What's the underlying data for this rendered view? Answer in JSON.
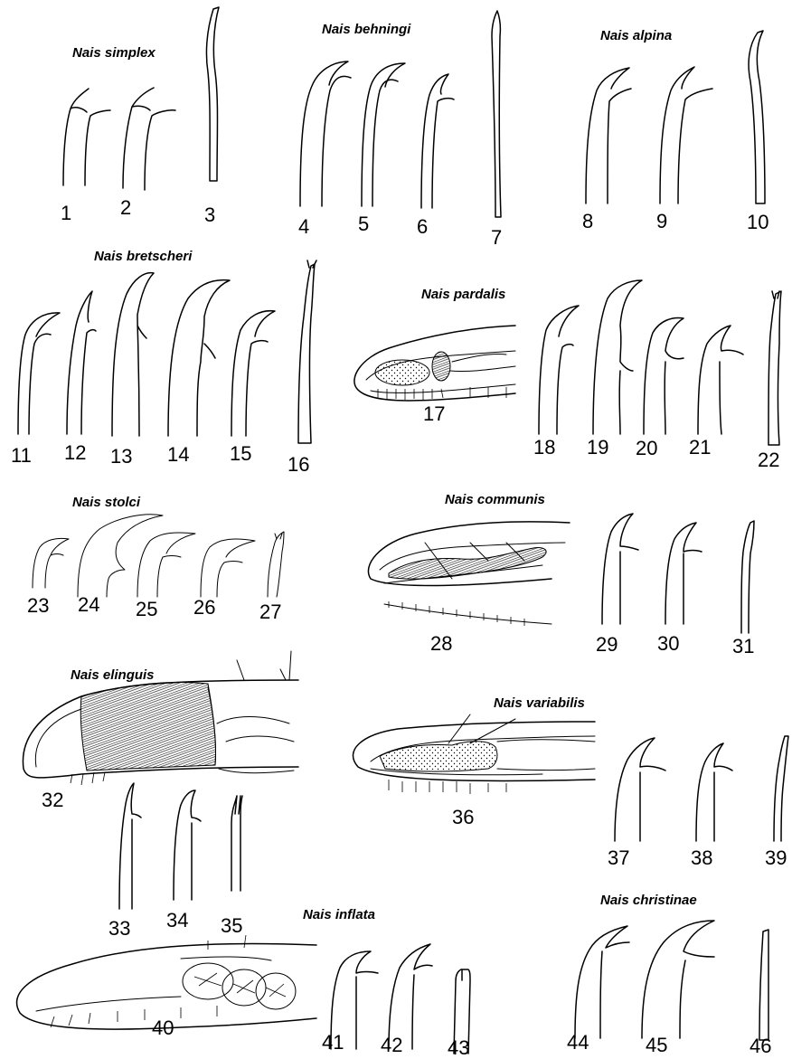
{
  "species": [
    {
      "name": "Nais simplex"
    },
    {
      "name": "Nais behningi"
    },
    {
      "name": "Nais alpina"
    },
    {
      "name": "Nais bretscheri"
    },
    {
      "name": "Nais pardalis"
    },
    {
      "name": "Nais stolci"
    },
    {
      "name": "Nais communis"
    },
    {
      "name": "Nais elinguis"
    },
    {
      "name": "Nais variabilis"
    },
    {
      "name": "Nais inflata"
    },
    {
      "name": "Nais christinae"
    }
  ],
  "figure_numbers": [
    "1",
    "2",
    "3",
    "4",
    "5",
    "6",
    "7",
    "8",
    "9",
    "10",
    "11",
    "12",
    "13",
    "14",
    "15",
    "16",
    "17",
    "18",
    "19",
    "20",
    "21",
    "22",
    "23",
    "24",
    "25",
    "26",
    "27",
    "28",
    "29",
    "30",
    "31",
    "32",
    "33",
    "34",
    "35",
    "36",
    "37",
    "38",
    "39",
    "40",
    "41",
    "42",
    "43",
    "44",
    "45",
    "46"
  ]
}
